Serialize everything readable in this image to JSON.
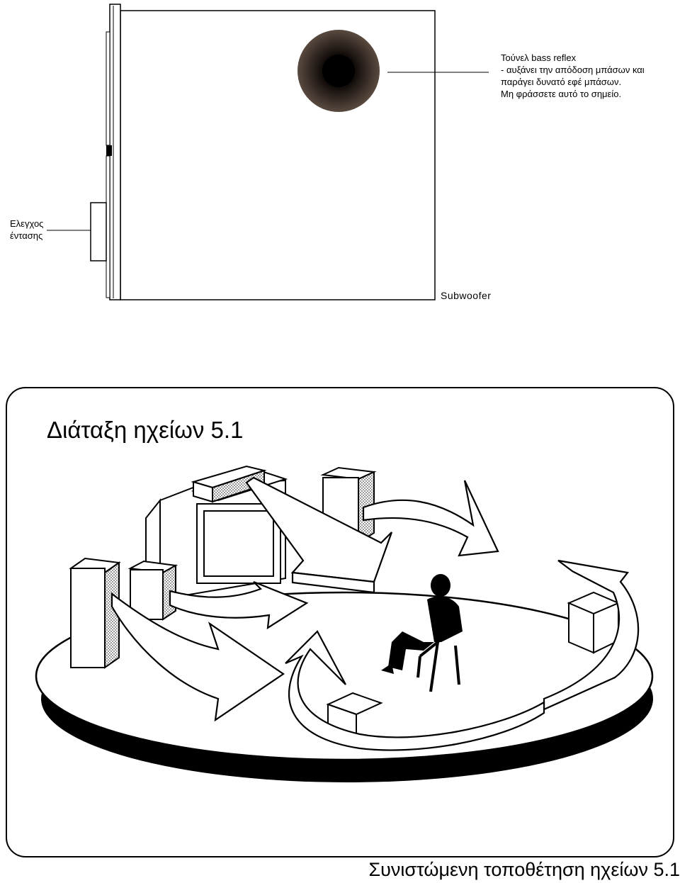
{
  "subwoofer_figure": {
    "bass_reflex_note": [
      "Τούνελ bass reflex",
      "- αυξάνει την απόδοση μπάσων και",
      "παράγει δυνατό εφέ μπάσων.",
      "Μη φράσσετε αυτό το σημείο."
    ],
    "volume_control_label": [
      "Ελεγχος",
      "έντασης"
    ],
    "subwoofer_label": "Subwoofer"
  },
  "layout_figure": {
    "title": "Διάταξη ηχείων 5.1"
  },
  "caption": "Συνιστώμενη τοποθέτηση ηχείων 5.1"
}
